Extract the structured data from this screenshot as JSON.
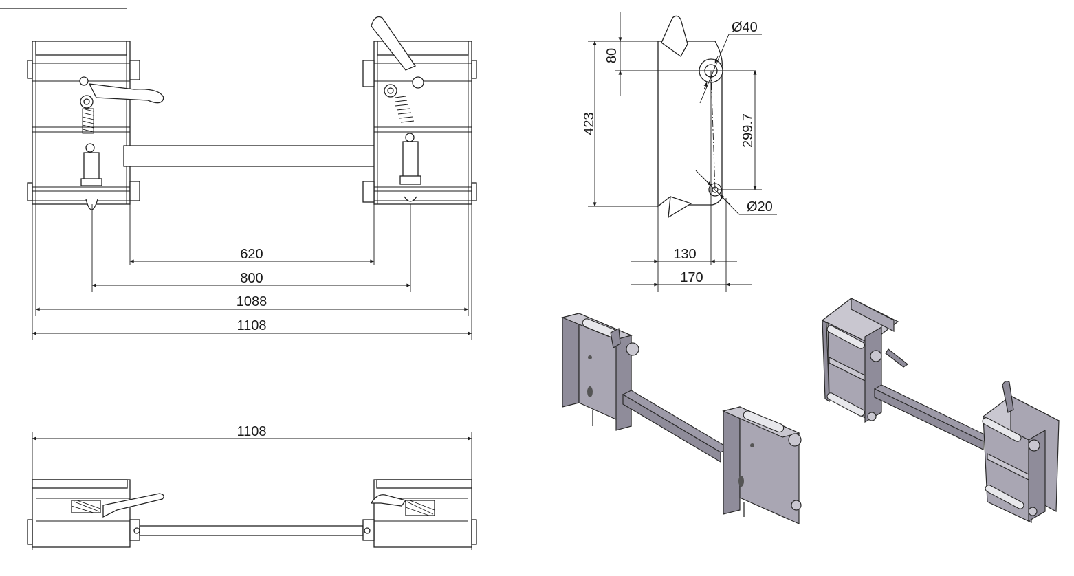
{
  "front_view": {
    "dims": [
      "620",
      "800",
      "1088",
      "1108"
    ]
  },
  "top_view": {
    "dims": [
      "1108"
    ]
  },
  "side_view": {
    "dims": {
      "height_total": "423",
      "offset_top": "80",
      "pin_spacing": "299.7",
      "hole_large": "Ø40",
      "hole_small": "Ø20",
      "depth_130": "130",
      "depth_170": "170"
    }
  },
  "isometric_views": {
    "colors": {
      "plate": "#a9a6b3",
      "bar": "#9d9aa8"
    }
  }
}
